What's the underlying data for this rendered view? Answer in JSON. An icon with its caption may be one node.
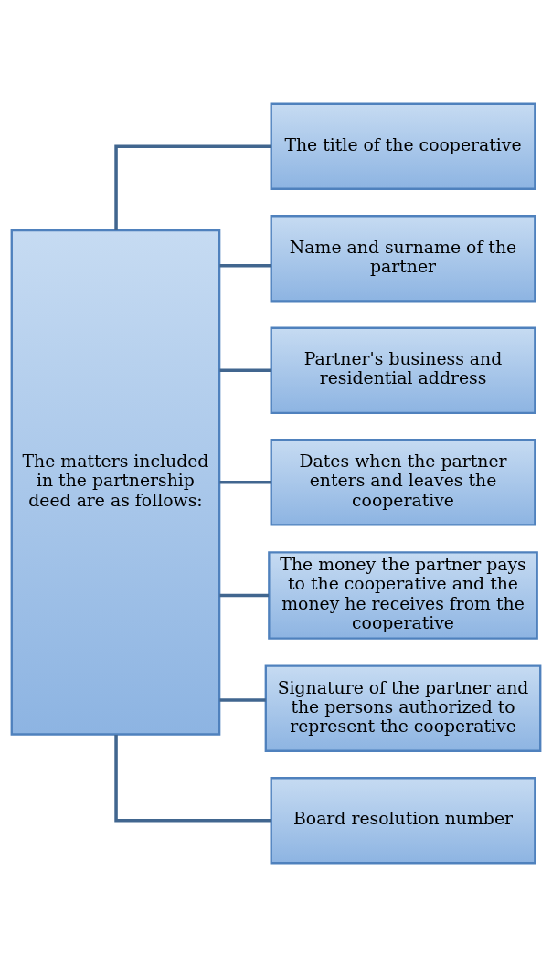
{
  "diagram": {
    "nodes": [
      {
        "text": [
          "The matters included in the partnership deed are as follows:"
        ]
      },
      {
        "text": [
          "The title of the cooperative"
        ]
      },
      {
        "text": [
          "Name and surname of the partner"
        ]
      },
      {
        "text": [
          "Partner's business and residential address"
        ]
      },
      {
        "text": [
          "Dates when the partner enters and leaves the cooperative"
        ]
      },
      {
        "text": [
          "The money the partner pays to the cooperative and the money he receives from the cooperative"
        ]
      },
      {
        "text": [
          "Signature of the partner and the persons authorized to represent the cooperative"
        ]
      },
      {
        "text": [
          "Board resolution number"
        ]
      }
    ],
    "edges": [
      {
        "from": 0,
        "to": 1,
        "arrow": "none"
      },
      {
        "from": 0,
        "to": 2,
        "arrow": "none"
      },
      {
        "from": 0,
        "to": 3,
        "arrow": "none"
      },
      {
        "from": 0,
        "to": 4,
        "arrow": "none"
      },
      {
        "from": 0,
        "to": 5,
        "arrow": "none"
      },
      {
        "from": 0,
        "to": 6,
        "arrow": "none"
      },
      {
        "from": 0,
        "to": 7,
        "arrow": "none"
      }
    ]
  }
}
